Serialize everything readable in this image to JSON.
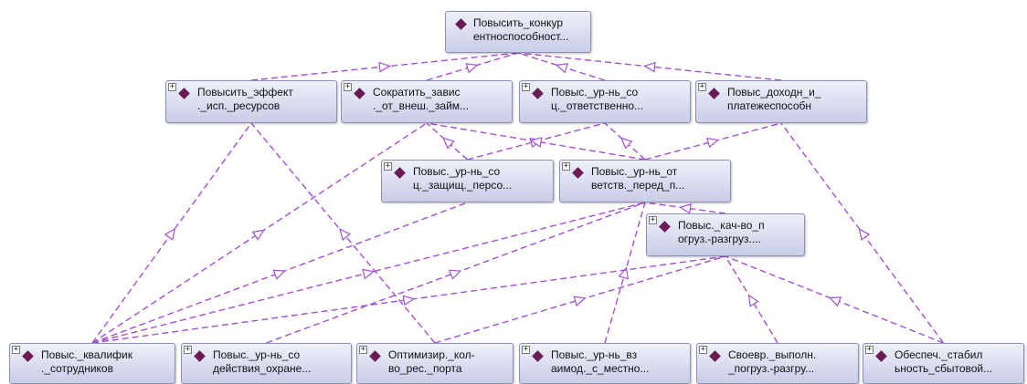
{
  "colors": {
    "edge": "#a34fd6",
    "diamond": "#6a1b55",
    "node_border": "#8c90b2"
  },
  "nodes": [
    {
      "id": "root",
      "expander": "",
      "lines": [
        "Повысить_конкур",
        "ентноспособност..."
      ]
    },
    {
      "id": "n1",
      "expander": "+",
      "lines": [
        "Повысить_эффект",
        "._исп._ресурсов"
      ]
    },
    {
      "id": "n2",
      "expander": "+",
      "lines": [
        "Сократить_завис",
        "._от_внеш._займ..."
      ]
    },
    {
      "id": "n3",
      "expander": "+",
      "lines": [
        "Повыс._ур-нь_со",
        "ц._ответственно..."
      ]
    },
    {
      "id": "n4",
      "expander": "+",
      "lines": [
        "Повыс_доходн_и_",
        "платежеспособн"
      ]
    },
    {
      "id": "n5",
      "expander": "+",
      "lines": [
        "Повыс._ур-нь_со",
        "ц._защищ._персо..."
      ]
    },
    {
      "id": "n6",
      "expander": "+",
      "lines": [
        "Повыс._ур-нь_от",
        "ветств._перед_п..."
      ]
    },
    {
      "id": "n7",
      "expander": "+",
      "lines": [
        "Повыс._кач-во_п",
        "огруз.-разгруз...."
      ]
    },
    {
      "id": "b1",
      "expander": "+",
      "lines": [
        "Повыс._квалифик",
        "._сотрудников"
      ]
    },
    {
      "id": "b2",
      "expander": "+",
      "lines": [
        "Повыс._ур-нь_со",
        "действия_охране..."
      ]
    },
    {
      "id": "b3",
      "expander": "+",
      "lines": [
        "Оптимизир._кол-",
        "во_рес._порта"
      ]
    },
    {
      "id": "b4",
      "expander": "+",
      "lines": [
        "Повыс._ур-нь_вз",
        "аимод._с_местно..."
      ]
    },
    {
      "id": "b5",
      "expander": "+",
      "lines": [
        "Своевр._выполн.",
        "_погруз.-разгру..."
      ]
    },
    {
      "id": "b6",
      "expander": "+",
      "lines": [
        "Обеспеч._стабил",
        "ьность_сбытовой..."
      ]
    }
  ],
  "edges": [
    [
      "n1",
      "root"
    ],
    [
      "n2",
      "root"
    ],
    [
      "n3",
      "root"
    ],
    [
      "n4",
      "root"
    ],
    [
      "n5",
      "n2"
    ],
    [
      "n5",
      "n3"
    ],
    [
      "n6",
      "n3"
    ],
    [
      "n6",
      "n2"
    ],
    [
      "n6",
      "n4"
    ],
    [
      "n7",
      "n6"
    ],
    [
      "b1",
      "n1"
    ],
    [
      "b3",
      "n1"
    ],
    [
      "b1",
      "n2"
    ],
    [
      "b6",
      "n4"
    ],
    [
      "b1",
      "n5"
    ],
    [
      "b1",
      "n6"
    ],
    [
      "b2",
      "n6"
    ],
    [
      "b4",
      "n6"
    ],
    [
      "b1",
      "n7"
    ],
    [
      "b3",
      "n7"
    ],
    [
      "b5",
      "n7"
    ],
    [
      "b6",
      "n7"
    ]
  ]
}
